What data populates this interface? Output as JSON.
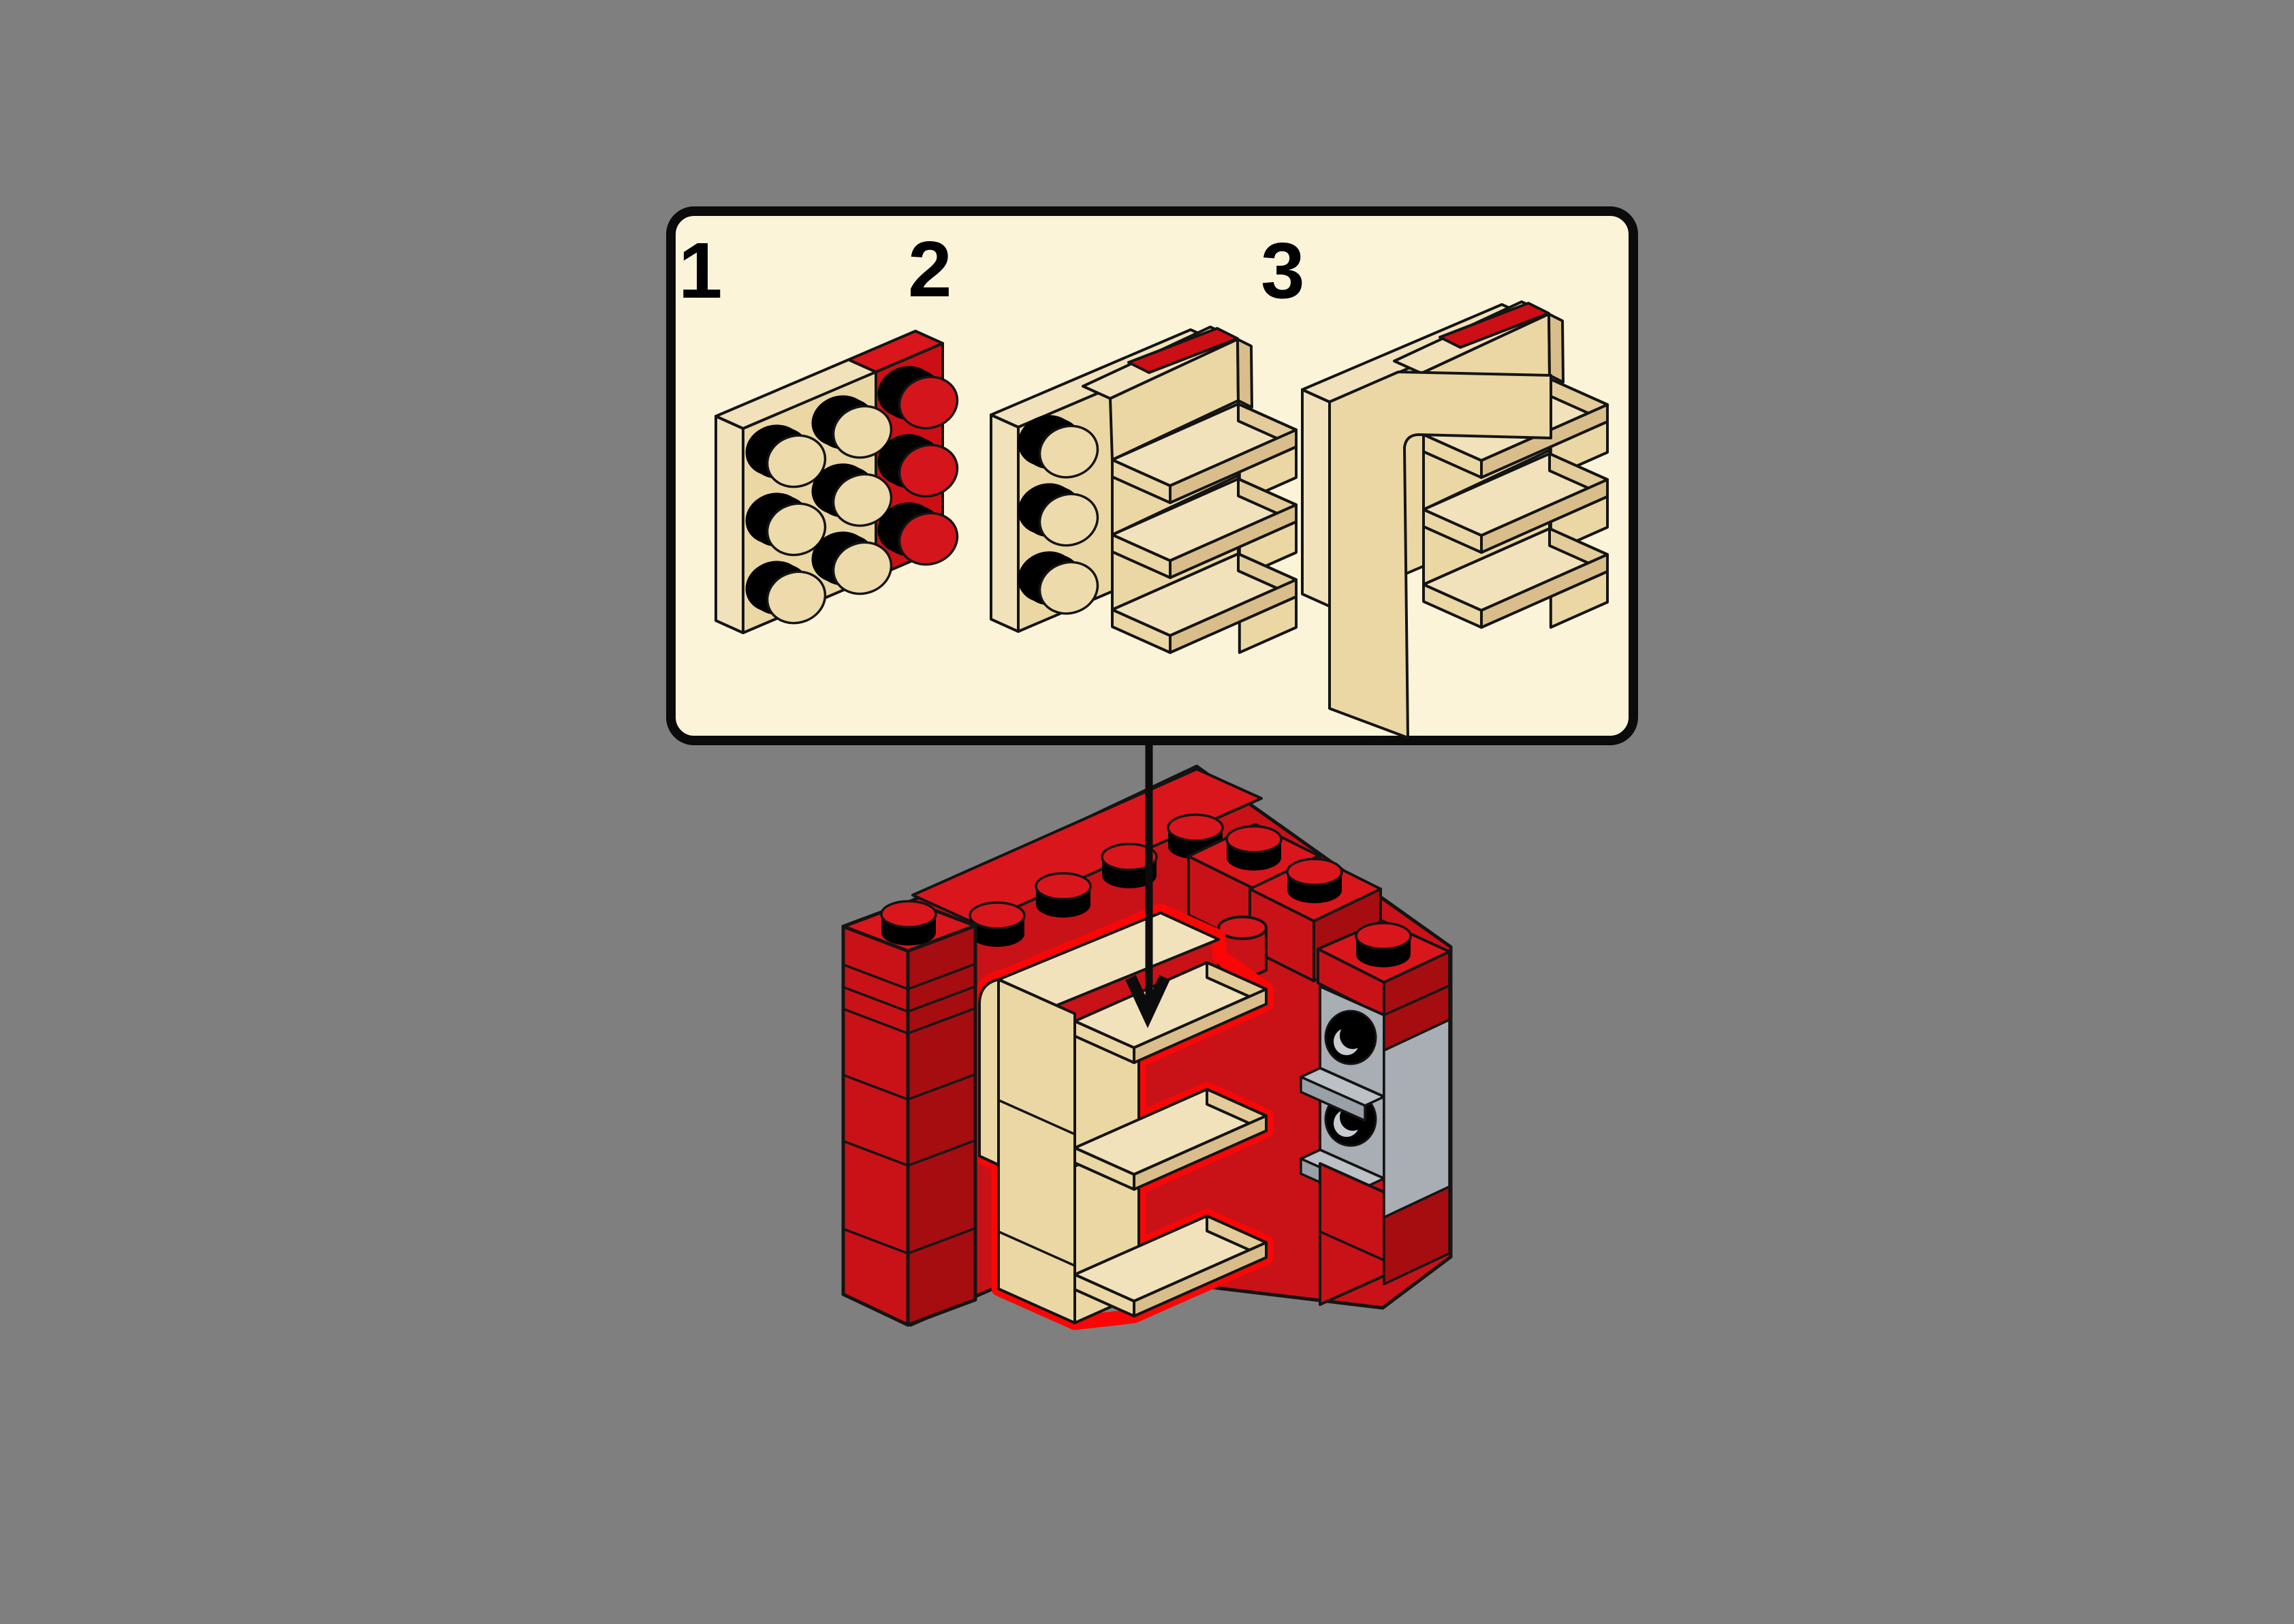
{
  "scene": {
    "type": "lego-building-instruction",
    "background_color": "#7f7f7f"
  },
  "instruction_panel": {
    "background_color": "#FCF4D9",
    "border_color": "#0b0b0b",
    "steps": [
      {
        "label": "1",
        "piece": "tan 3x3 plate with red 1x3 plate, studs facing viewer"
      },
      {
        "label": "2",
        "piece": "plate with three tan shelf brackets attached, red edge on top"
      },
      {
        "label": "3",
        "piece": "shelf assembly with tan side panel added, red edge on top"
      }
    ]
  },
  "arrow": {
    "meaning": "place sub-assembly into model here",
    "color": "#0c0c0c"
  },
  "model": {
    "description": "red brick enclosure with tan shelf assembly inserted (highlighted) and two gray technic bricks with holes",
    "highlight_color": "#fb0606",
    "parts": [
      "red 1x1 brick tower",
      "red back wall with studs",
      "red round 1x1 brick",
      "gray technic bricks with holes",
      "tan shelf assembly (new part)"
    ]
  },
  "colors": {
    "bg": "#7f7f7f",
    "boxBg": "#FCF4D9",
    "boxBorder": "#0b0b0b",
    "tanLight": "#F1E2BB",
    "tanMid": "#EBD7A4",
    "tanSide": "#E3CC99",
    "tanDark": "#D9BE8C",
    "studTan": "#EDDBAB",
    "redTop": "#DA161D",
    "redMid": "#C81217",
    "redDark": "#A50D11",
    "redPatch": "#CB0F15",
    "studRed": "#D4151C",
    "highlight": "#FB0606",
    "grayFace": "#A9AEB5",
    "grayLight": "#BCC1C7",
    "grayMid": "#9AA0A8",
    "holeInner": "#C9CDD2",
    "outline": "#141414",
    "arrow": "#0c0c0c",
    "label": "#000000"
  }
}
